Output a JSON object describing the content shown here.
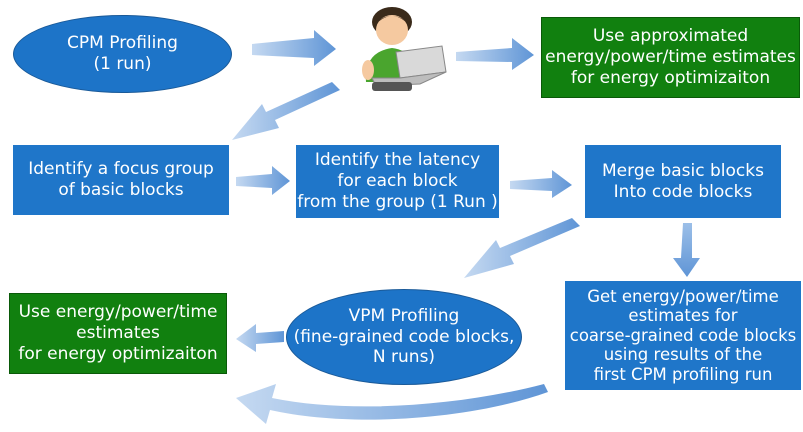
{
  "colors": {
    "box_blue": "#1f76c9",
    "box_green": "#11800f",
    "arrow": "#6a9fdc",
    "text": "#ffffff"
  },
  "nodes": {
    "cpm_profiling": {
      "lines": [
        "CPM Profiling",
        "(1 run)"
      ]
    },
    "use_approx_estimates": {
      "lines": [
        "Use approximated",
        "energy/power/time estimates",
        "for energy optimizaiton"
      ]
    },
    "identify_focus_group": {
      "lines": [
        "Identify a focus group",
        "of basic blocks"
      ]
    },
    "identify_latency": {
      "lines": [
        "Identify the latency",
        "for each block",
        "from the group (1 Run )"
      ]
    },
    "merge_blocks": {
      "lines": [
        "Merge basic blocks",
        "Into code blocks"
      ]
    },
    "use_estimates": {
      "lines": [
        "Use energy/power/time",
        "estimates",
        "for energy optimizaiton"
      ]
    },
    "vpm_profiling": {
      "lines": [
        "VPM Profiling",
        "(fine-grained code blocks,",
        "N runs)"
      ]
    },
    "get_estimates": {
      "lines": [
        "Get energy/power/time",
        "estimates for",
        "coarse-grained code blocks",
        "using results of the",
        "first CPM profiling run"
      ]
    }
  },
  "icons": {
    "user": "user-with-laptop-icon"
  }
}
